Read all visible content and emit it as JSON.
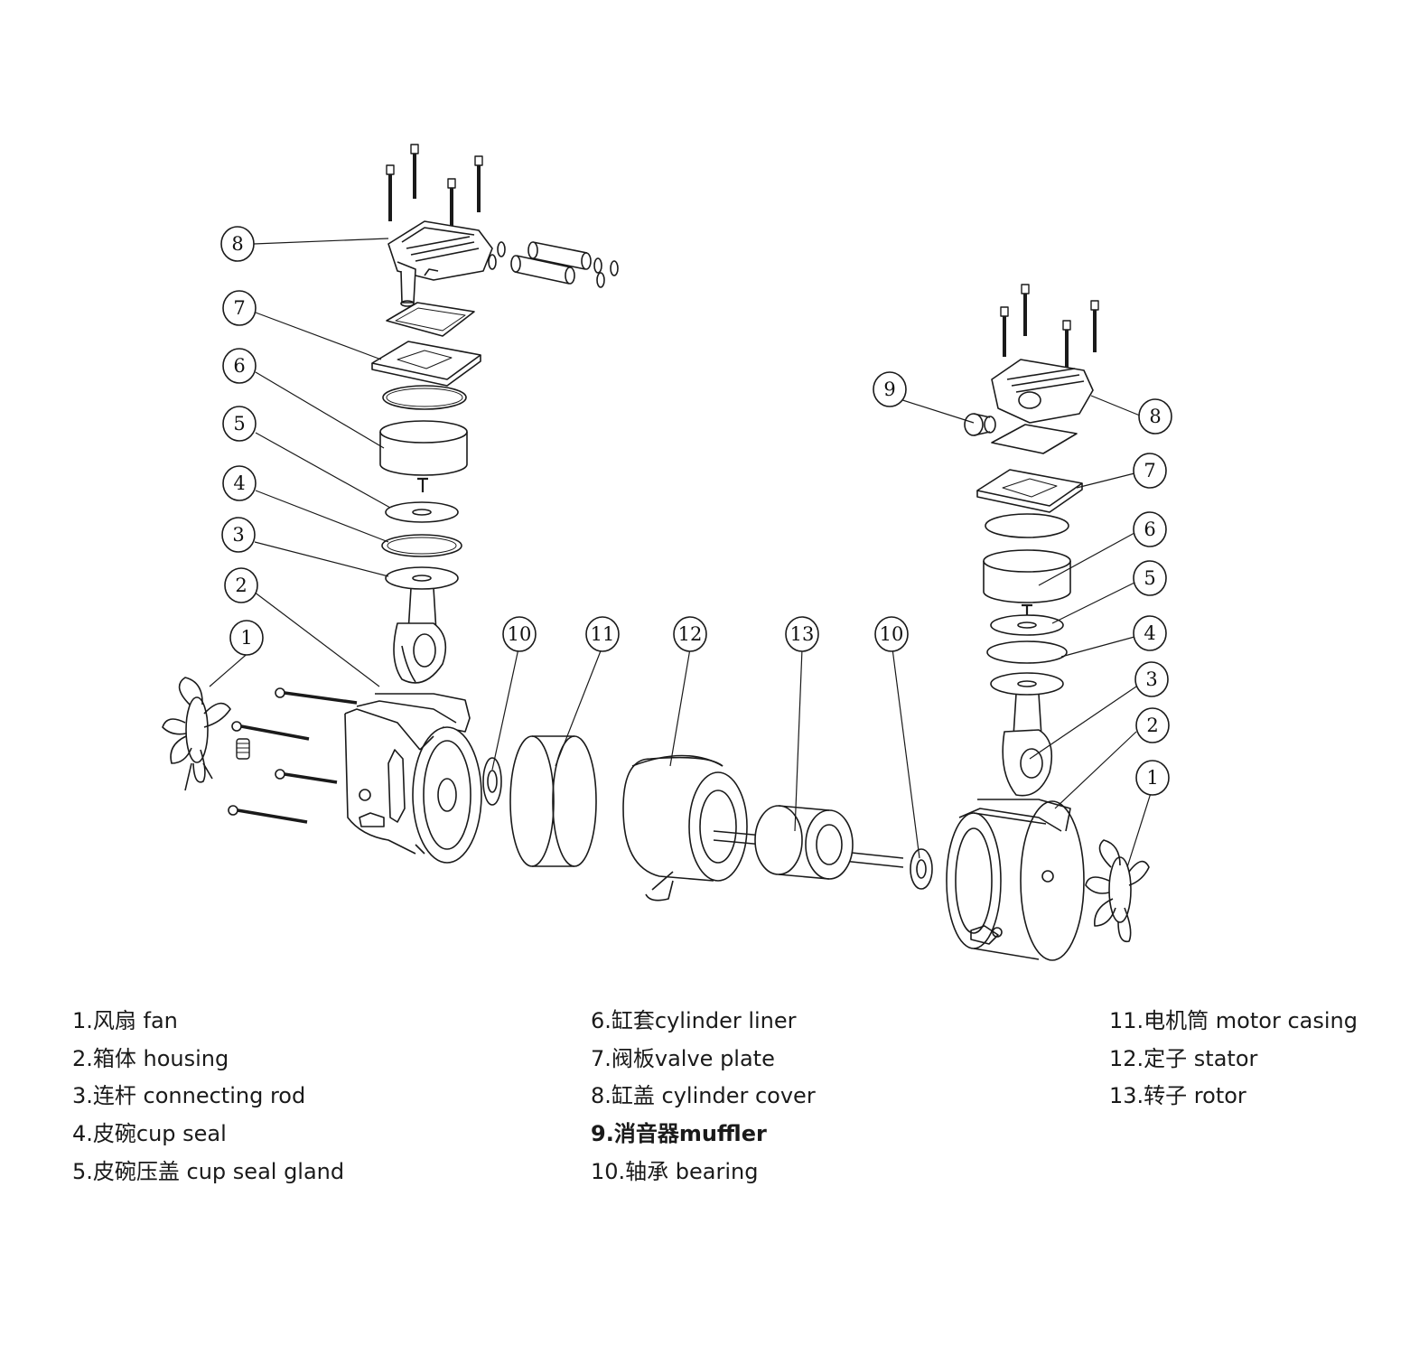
{
  "callouts": [
    "1",
    "2",
    "3",
    "4",
    "5",
    "6",
    "7",
    "8",
    "9",
    "10",
    "11",
    "12",
    "13"
  ],
  "legend": {
    "col1": [
      "1.风扇 fan",
      "2.箱体 housing",
      "3.连杆 connecting rod",
      "4.皮碗cup seal",
      "5.皮碗压盖 cup seal gland"
    ],
    "col2": [
      "6.缸套cylinder liner",
      "7.阀板valve plate",
      "8.缸盖 cylinder cover",
      "9.消音器muffler",
      "10.轴承 bearing"
    ],
    "col3": [
      "11.电机筒 motor casing",
      "12.定子 stator",
      "13.转子 rotor"
    ]
  }
}
